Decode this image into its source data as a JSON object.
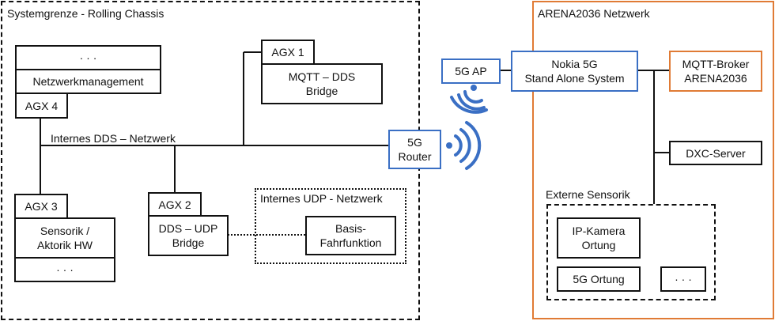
{
  "regions": {
    "rolling_chassis": {
      "label": "Systemgrenze - Rolling Chassis"
    },
    "arena_network": {
      "label": "ARENA2036 Netzwerk"
    },
    "udp_network": {
      "label": "Internes UDP - Netzwerk"
    },
    "external_sensors": {
      "label": "Externe Sensorik"
    }
  },
  "dds_network_label": "Internes DDS – Netzwerk",
  "nodes": {
    "agx4_top": "· · ·",
    "agx4_netmgmt": "Netzwerkmanagement",
    "agx4": "AGX 4",
    "agx1": "AGX 1",
    "agx1_bridge": "MQTT – DDS\nBridge",
    "agx3": "AGX 3",
    "agx3_hw": "Sensorik /\nAktorik HW",
    "agx3_more": "· · ·",
    "agx2": "AGX 2",
    "agx2_bridge": "DDS – UDP\nBridge",
    "basis": "Basis-\nFahrfunktion",
    "router": "5G\nRouter",
    "ap": "5G AP",
    "nokia": "Nokia 5G\nStand Alone System",
    "mqtt_broker": "MQTT-Broker\nARENA2036",
    "dxc": "DXC-Server",
    "ip_camera": "IP-Kamera\nOrtung",
    "fiveg_ortung": "5G Ortung",
    "ext_more": "· · ·"
  },
  "colors": {
    "line": "#111111",
    "wireless_blue": "#3a6fc4",
    "arena_orange": "#e07b35"
  }
}
